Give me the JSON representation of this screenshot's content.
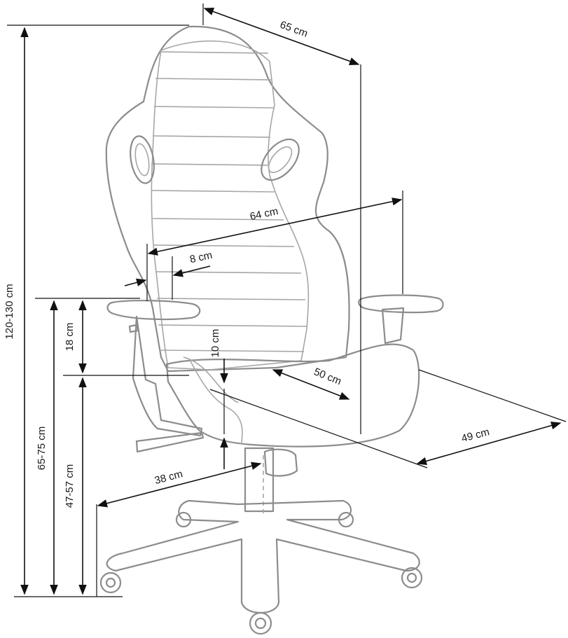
{
  "dimensions": {
    "overall_height": "120-130 cm",
    "armrest_height": "65-75 cm",
    "seat_height": "47-57 cm",
    "armrest_above_seat": "18 cm",
    "total_width": "65 cm",
    "backrest_width": "64 cm",
    "armrest_width": "8 cm",
    "seat_thickness": "10 cm",
    "seat_width": "50 cm",
    "seat_depth": "49 cm",
    "base_depth": "38 cm"
  },
  "colors": {
    "chair_outline": "#8c8c8c",
    "dimension_line": "#111111",
    "background": "#ffffff"
  }
}
